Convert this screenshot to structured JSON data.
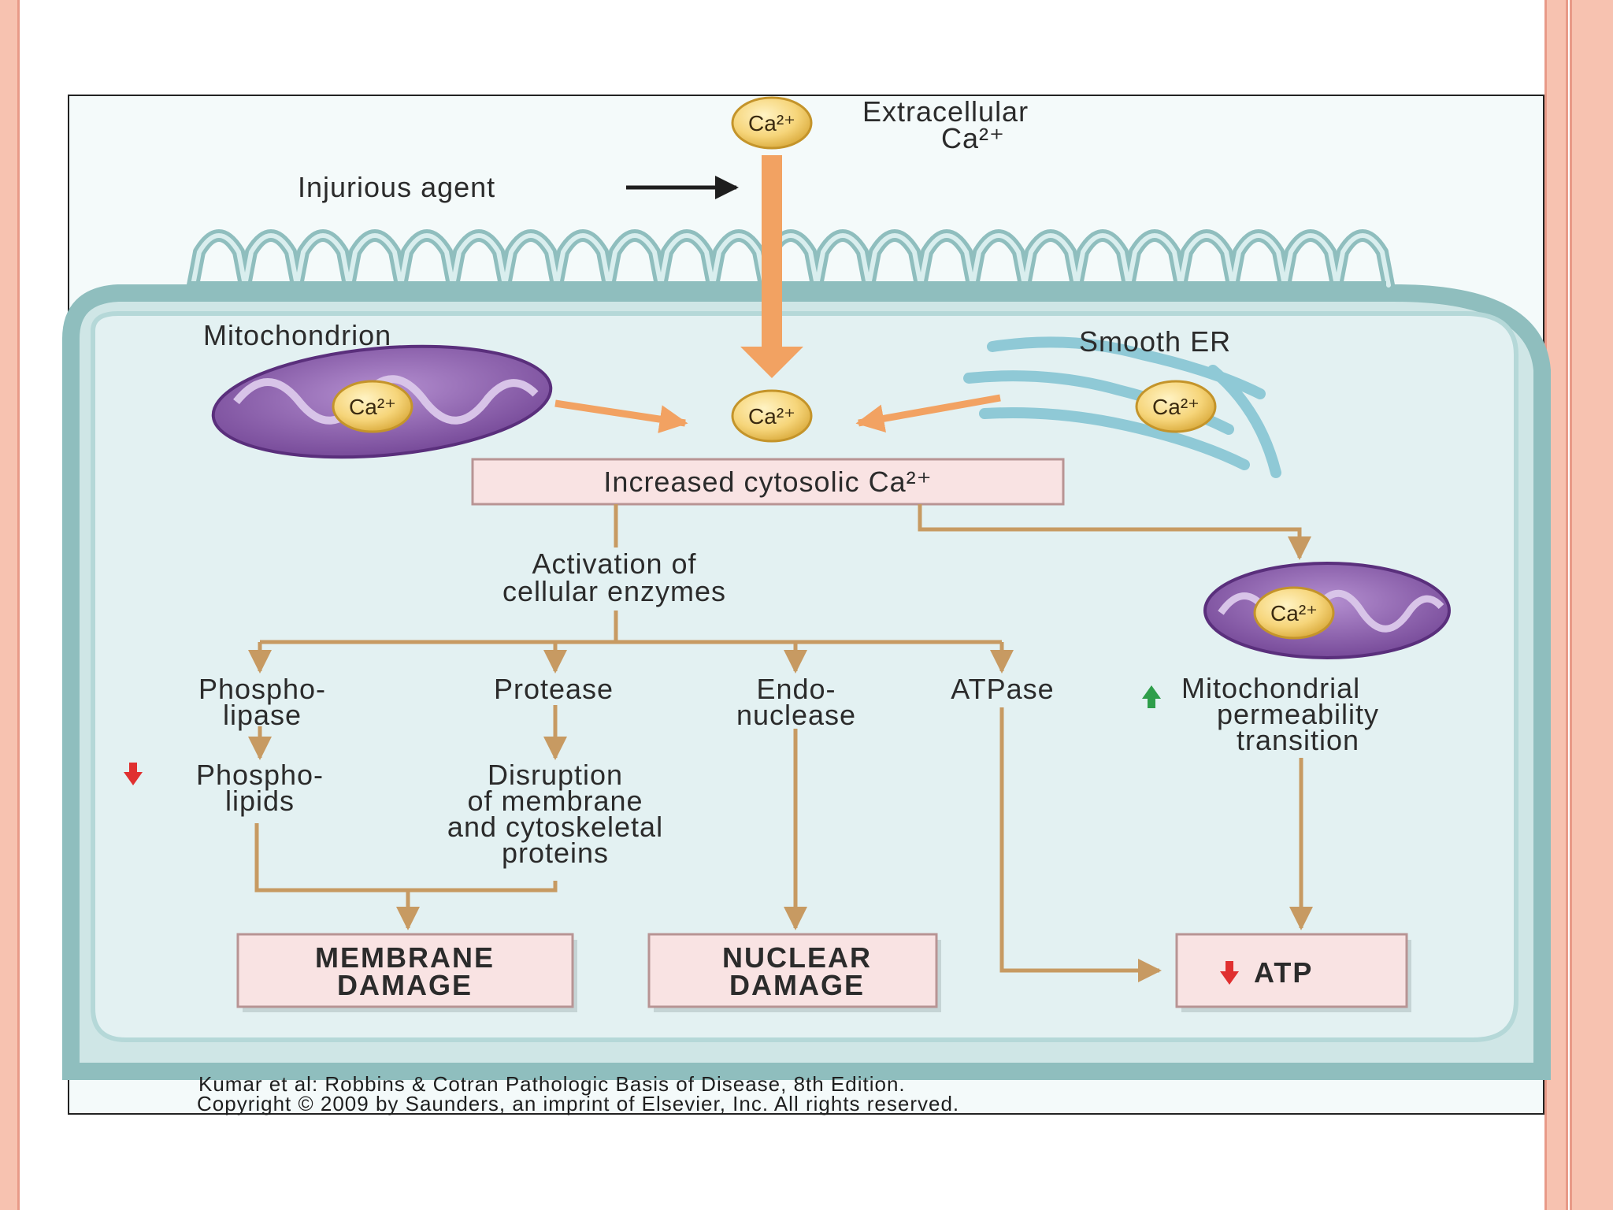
{
  "slide": {
    "accent_color": "#f7c2b0",
    "accent_border_color": "#e89a88"
  },
  "diagram": {
    "extracellular_line1": "Extracellular",
    "extracellular_line2": "Ca²⁺",
    "injurious_agent": "Injurious agent",
    "mitochondrion": "Mitochondrion",
    "smooth_er": "Smooth ER",
    "ion": "Ca²⁺",
    "increased_cytosolic": "Increased cytosolic Ca²⁺",
    "activation_line1": "Activation of",
    "activation_line2": "cellular enzymes",
    "phospholipase_line1": "Phospho-",
    "phospholipase_line2": "lipase",
    "protease": "Protease",
    "endonuclease_line1": "Endo-",
    "endonuclease_line2": "nuclease",
    "atpase": "ATPase",
    "mpt_line1": "Mitochondrial",
    "mpt_line2": "permeability",
    "mpt_line3": "transition",
    "phospholipids_line1": "Phospho-",
    "phospholipids_line2": "lipids",
    "disruption_line1": "Disruption",
    "disruption_line2": "of membrane",
    "disruption_line3": "and cytoskeletal",
    "disruption_line4": "proteins",
    "membrane_damage_line1": "MEMBRANE",
    "membrane_damage_line2": "DAMAGE",
    "nuclear_damage_line1": "NUCLEAR",
    "nuclear_damage_line2": "DAMAGE",
    "atp": "ATP",
    "citation_line1": "Kumar et al: Robbins & Cotran Pathologic Basis of Disease, 8th Edition.",
    "citation_line2": "Copyright © 2009 by Saunders, an imprint of Elsevier, Inc. All rights reserved.",
    "colors": {
      "cell_fill": "#cfe6e6",
      "cell_rim": "#8fbebe",
      "ion_fill": "#f6d57a",
      "arrow_orange": "#f2a262",
      "arrow_brown": "#c79a62",
      "box_fill": "#f9e3e3",
      "mito_purple": "#8a5aa8",
      "er_blue": "#8fc9d6",
      "decrease_red": "#e03030",
      "increase_green": "#2e9e4a"
    }
  }
}
